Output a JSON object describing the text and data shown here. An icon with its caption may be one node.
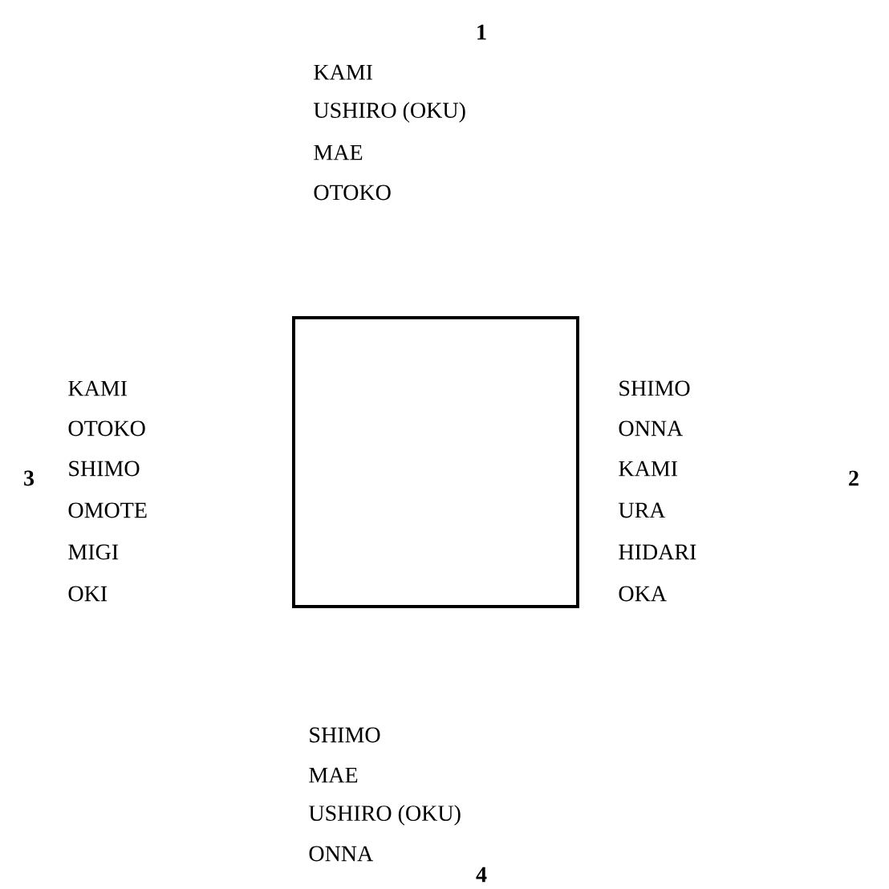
{
  "diagram": {
    "nodes": [
      {
        "text": [],
        "shape": "box"
      }
    ],
    "labels": [
      "1",
      "KAMI",
      "USHIRO (OKU)",
      "MAE",
      "OTOKO",
      "KAMI",
      "OTOKO",
      "SHIMO",
      "OMOTE",
      "MIGI",
      "OKI",
      "3",
      "SHIMO",
      "ONNA",
      "KAMI",
      "URA",
      "HIDARI",
      "OKA",
      "2",
      "SHIMO",
      "MAE",
      "USHIRO (OKU)",
      "ONNA",
      "4"
    ]
  }
}
